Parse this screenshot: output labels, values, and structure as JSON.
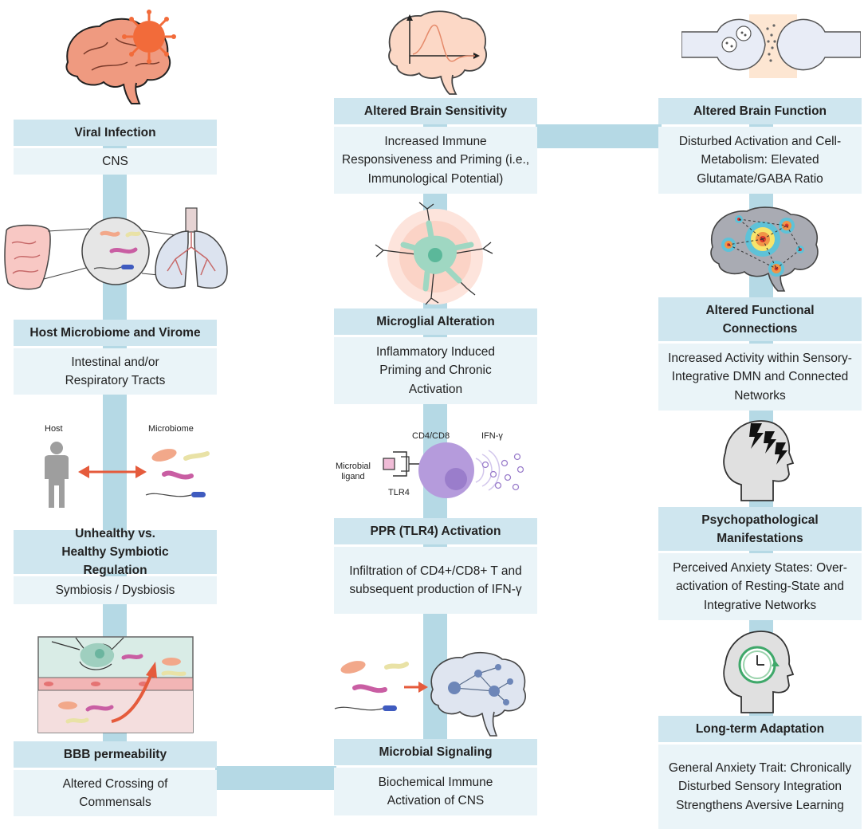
{
  "boxes": {
    "viral_infection": {
      "title": "Viral Infection",
      "body": "CNS"
    },
    "host_microbiome": {
      "title": "Host Microbiome and Virome",
      "body": "Intestinal and/or Respiratory Tracts"
    },
    "symbiotic_regulation": {
      "title": "Unhealthy vs. Healthy Symbiotic Regulation",
      "body": "Symbiosis / Dysbiosis"
    },
    "bbb_permeability": {
      "title": "BBB permeability",
      "body": "Altered Crossing of Commensals"
    },
    "altered_brain_sensitivity": {
      "title": "Altered Brain Sensitivity",
      "body": "Increased Immune Responsiveness and Priming (i.e., Immunological Potential)"
    },
    "microglial_alteration": {
      "title": "Microglial Alteration",
      "body": "Inflammatory Induced Priming and Chronic Activation"
    },
    "ppr_activation": {
      "title": "PPR (TLR4) Activation",
      "body": "Infiltration of CD4+/CD8+ T and subsequent production of IFN-γ"
    },
    "microbial_signaling": {
      "title": "Microbial Signaling",
      "body": "Biochemical Immune Activation of CNS"
    },
    "altered_brain_function": {
      "title": "Altered Brain Function",
      "body": "Disturbed Activation and Cell-Metabolism: Elevated Glutamate/GABA Ratio"
    },
    "altered_functional_connections": {
      "title": "Altered Functional Connections",
      "body": "Increased Activity within Sensory-Integrative DMN and Connected Networks"
    },
    "psychopathological": {
      "title": "Psychopathological Manifestations",
      "body": "Perceived Anxiety States: Over-activation of Resting-State and Integrative Networks"
    },
    "long_term_adaptation": {
      "title": "Long-term Adaptation",
      "body": "General Anxiety Trait: Chronically Disturbed Sensory Integration Strengthens Aversive Learning"
    }
  },
  "labels": {
    "host": "Host",
    "microbiome": "Microbiome",
    "cd4_cd8": "CD4/CD8",
    "ifn_gamma": "IFN-γ",
    "microbial_ligand": "Microbial ligand",
    "tlr4": "TLR4"
  },
  "colors": {
    "header_bg": "#cfe6ef",
    "body_bg": "#eaf4f8",
    "connector": "#b5d9e5",
    "arrow_red": "#e55b3c"
  }
}
